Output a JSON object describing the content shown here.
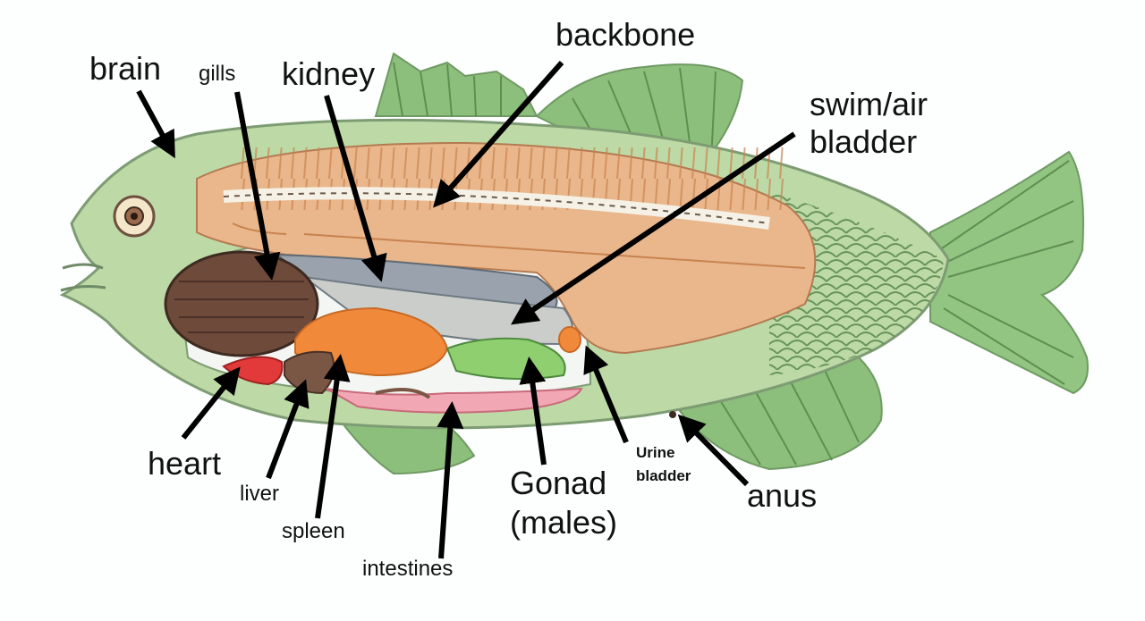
{
  "colors": {
    "skin": "#bcd9a6",
    "skin_outline": "#7e9c73",
    "fin": "#7eae6e",
    "muscle": "#e8b58a",
    "gills": "#6f4b3b",
    "heart": "#e23a3a",
    "liver": "#7a5644",
    "stomach": "#f08a3a",
    "intestine": "#f2a7b5",
    "gonad": "#8fcf6f",
    "swim_bladder": "#c9cbc8",
    "kidney": "#9aa3ad",
    "arrow": "#000000"
  },
  "labels": {
    "brain": "brain",
    "gills": "gills",
    "kidney": "kidney",
    "backbone": "backbone",
    "swim_bladder_line1": "swim/air",
    "swim_bladder_line2": "bladder",
    "heart": "heart",
    "liver": "liver",
    "spleen": "spleen",
    "intestines": "intestines",
    "gonad_line1": "Gonad",
    "gonad_line2": "(males)",
    "urine_line1": "Urine",
    "urine_line2": "bladder",
    "anus": "anus"
  }
}
